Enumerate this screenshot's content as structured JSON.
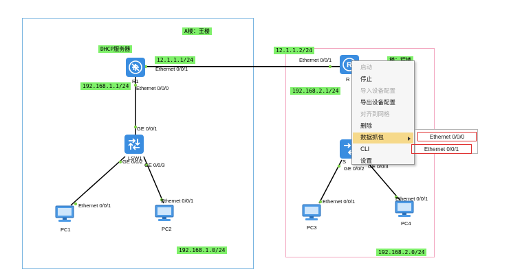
{
  "areas": {
    "a_title": "A楼：王楼",
    "a_network": "192.168.1.0/24",
    "b_title": "楼：程楼",
    "b_network": "192.168.2.0/24"
  },
  "r1": {
    "role_label": "DHCP服务器",
    "name": "R1",
    "wan_ip": "12.1.1.1/24",
    "wan_port": "Ethernet 0/0/1",
    "lan_ip": "192.168.1.1/24",
    "lan_port": "Ethernet 0/0/0"
  },
  "r2": {
    "name": "R",
    "wan_ip": "12.1.1.2/24",
    "wan_port": "Ethernet 0/0/1",
    "lan_ip": "192.168.2.1/24"
  },
  "lsw1": {
    "name": "LSW1",
    "up_port": "GE 0/0/1",
    "port2": "GE 0/0/2",
    "port3": "GE 0/0/3"
  },
  "lsw2": {
    "name": "S",
    "port2": "GE 0/0/2",
    "port3": "GE 0/0/3"
  },
  "pcs": {
    "pc1": {
      "name": "PC1",
      "port": "Ethernet 0/0/1"
    },
    "pc2": {
      "name": "PC2",
      "port": "Ethernet 0/0/1"
    },
    "pc3": {
      "name": "PC3",
      "port": "Ethernet 0/0/1"
    },
    "pc4": {
      "name": "PC4",
      "port": "Ethernet 0/0/1"
    }
  },
  "context_menu": {
    "items": [
      {
        "label": "启动",
        "enabled": false
      },
      {
        "label": "停止",
        "enabled": true
      },
      {
        "label": "导入设备配置",
        "enabled": false
      },
      {
        "label": "导出设备配置",
        "enabled": true
      },
      {
        "label": "对齐到网格",
        "enabled": false
      },
      {
        "label": "删除",
        "enabled": true
      },
      {
        "label": "数据抓包",
        "enabled": true
      },
      {
        "label": "CLI",
        "enabled": true
      },
      {
        "label": "设置",
        "enabled": true
      }
    ],
    "submenu": [
      "Ethernet 0/0/0",
      "Ethernet 0/0/1"
    ]
  },
  "colors": {
    "label_bg": "#7ff06a",
    "device_blue": "#3a8de0",
    "area_a_border": "#78b4e0",
    "area_b_border": "#f2a6bf",
    "menu_highlight": "#f6d98a",
    "port_dot": "#7fd34a"
  },
  "icons": {
    "router": "router-icon",
    "switch": "switch-icon",
    "pc": "pc-icon",
    "submenu_arrow": "chevron-right-icon"
  }
}
